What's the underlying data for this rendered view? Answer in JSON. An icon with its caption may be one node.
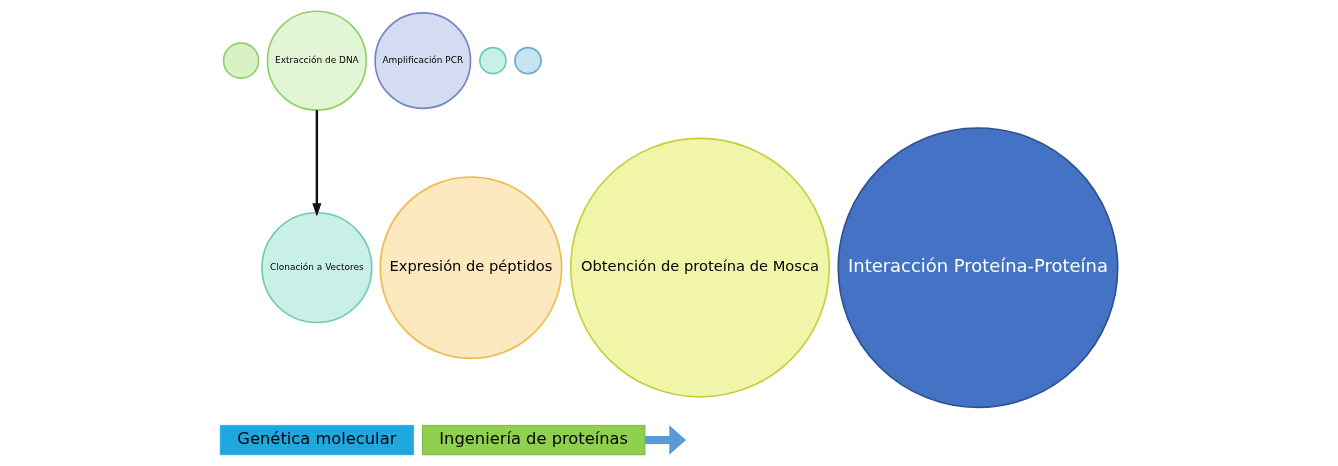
{
  "diagram": {
    "nodes": [
      {
        "text": [],
        "shape": "circle"
      },
      {
        "text": [
          "Extracción de DNA"
        ]
      },
      {
        "text": [
          "Amplificación PCR"
        ]
      },
      {
        "text": [],
        "shape": "circle"
      },
      {
        "text": [
          "Clonación a Vectores"
        ]
      },
      {
        "text": [],
        "shape": "circle"
      },
      {
        "text": [
          "Expresión de péptidos"
        ]
      },
      {
        "text": [
          "Obtención de proteína de Mosca"
        ]
      },
      {
        "text": [
          "Interacción Proteína-Proteína"
        ]
      },
      {
        "text": [
          "Genética molecular"
        ]
      },
      {
        "text": [
          "Ingeniería de proteínas"
        ]
      }
    ],
    "edges": [
      {
        "from": 1,
        "to": 4,
        "arrow": "to"
      },
      {
        "from": 10,
        "to": null,
        "arrow": "to",
        "color": "#5b9bd5",
        "style": "thick"
      }
    ]
  }
}
